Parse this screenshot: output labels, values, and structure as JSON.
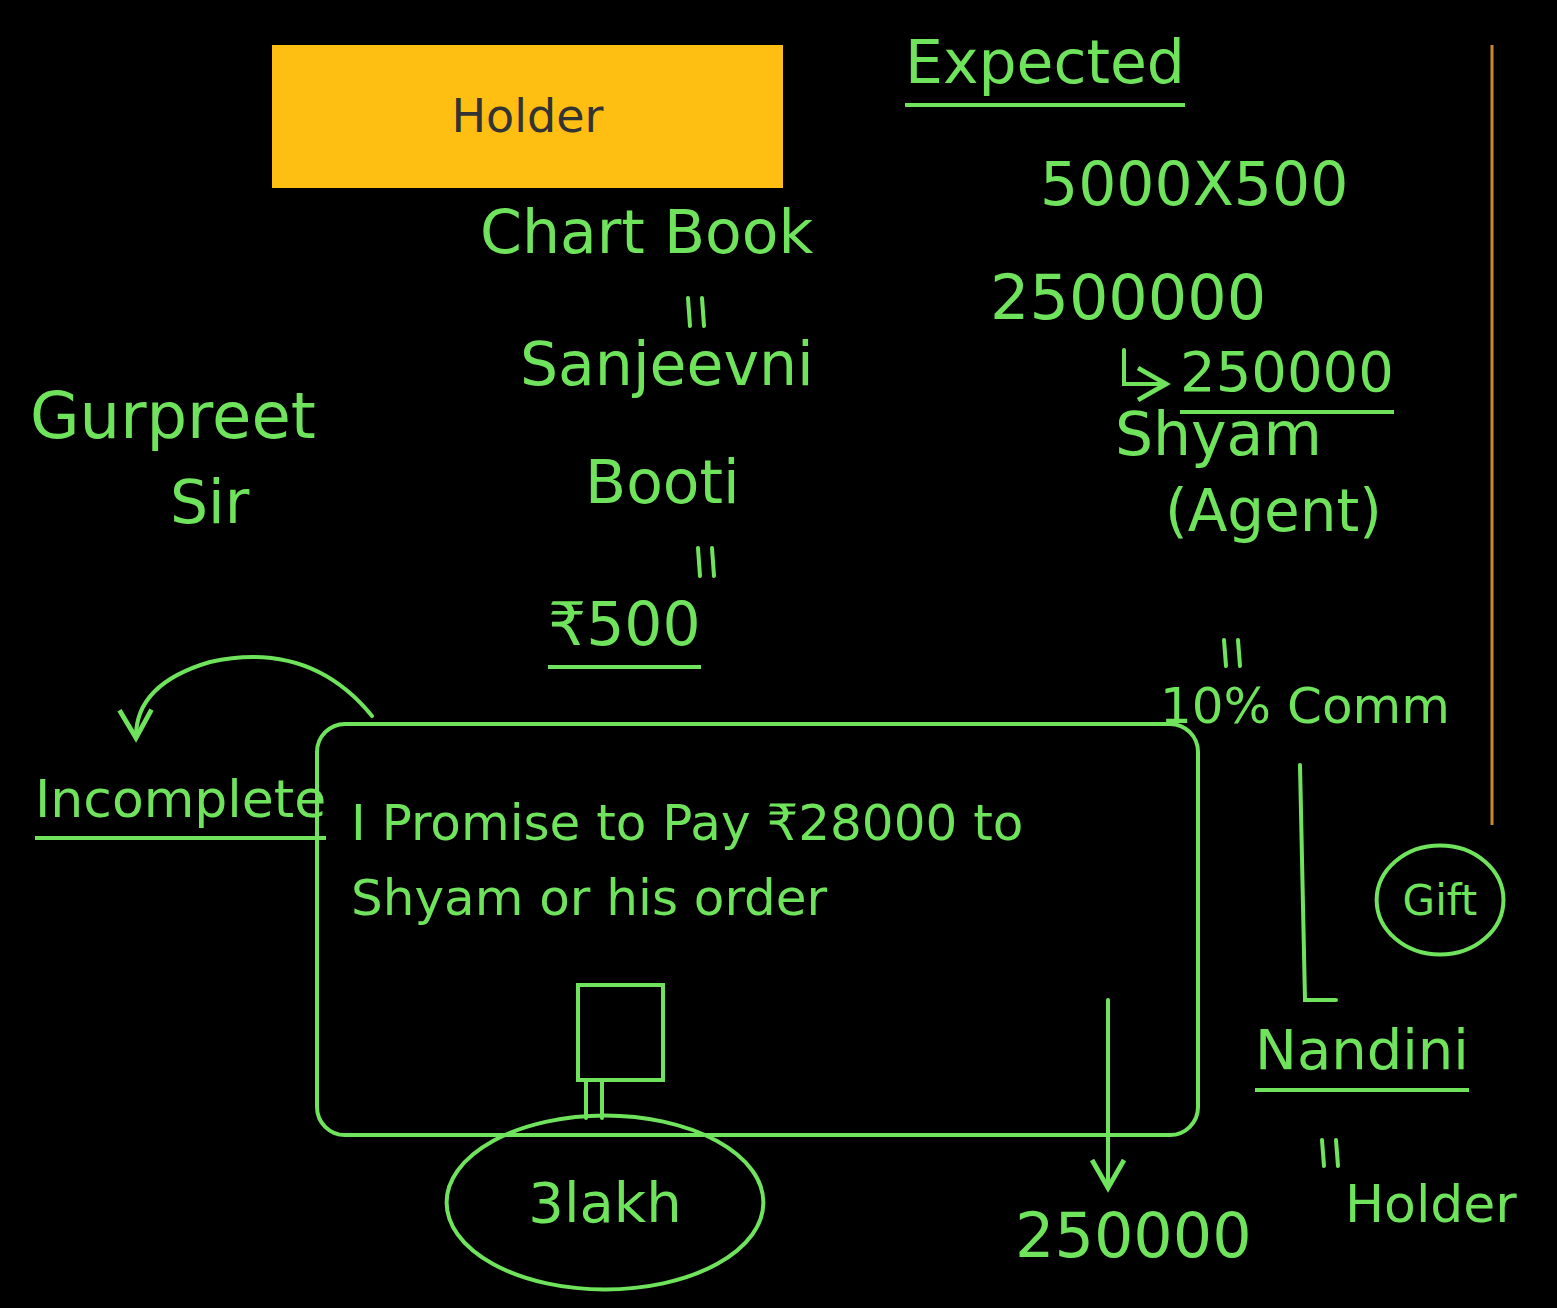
{
  "diagram": {
    "nodes": [
      {
        "text": [
          "Holder"
        ]
      },
      {
        "text": [
          "I Promise to Pay ₹28000 to Shyam or his order"
        ]
      },
      {
        "text": [
          "Gift"
        ]
      },
      {
        "text": [
          "3lakh"
        ]
      }
    ],
    "labels": [
      "Expected",
      "5000X500",
      "2500000",
      "250000",
      "Shyam",
      "(Agent)",
      "10% Comm",
      "Nandini",
      "Holder",
      "250000",
      "Chart Book",
      "Sanjeevni",
      "Booti",
      "₹500",
      "Gurpreet",
      "Sir",
      "Incomplete"
    ]
  }
}
